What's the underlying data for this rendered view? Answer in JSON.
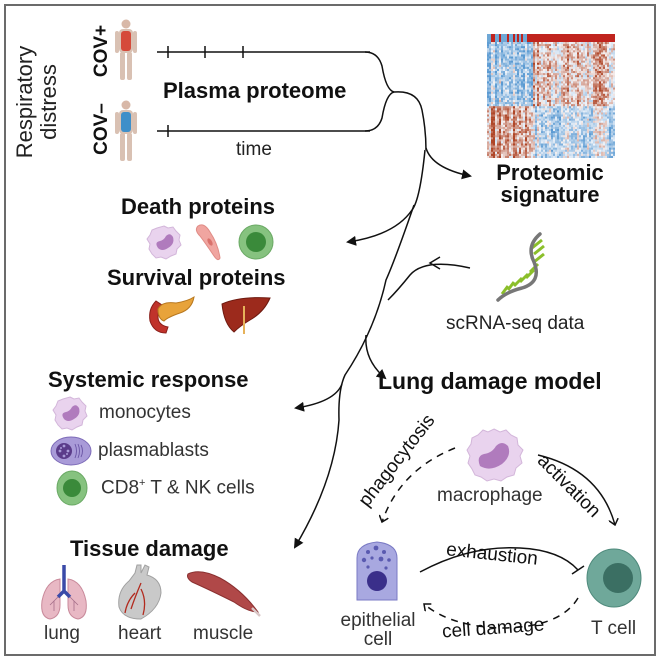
{
  "cohort": {
    "condition": [
      "Respiratory",
      "distress"
    ],
    "positive_label": "COV+",
    "negative_label": "COV–",
    "timeline_label": "time",
    "source_title": "Plasma proteome",
    "positive_color": "#d9534a",
    "negative_color": "#3f8fc9"
  },
  "signature": {
    "title_line1": "Proteomic",
    "title_line2": "signature"
  },
  "scrna": {
    "label": "scRNA-seq data"
  },
  "death": {
    "title": "Death proteins",
    "icons": [
      "monocyte-icon",
      "fibroblast-icon",
      "lymphocyte-icon"
    ]
  },
  "survival": {
    "title": "Survival proteins",
    "icons": [
      "pancreas-icon",
      "liver-icon"
    ]
  },
  "systemic": {
    "title": "Systemic response",
    "items": [
      {
        "label": "monocytes",
        "icon": "monocyte-icon"
      },
      {
        "label": "plasmablasts",
        "icon": "plasmablast-icon"
      },
      {
        "label_main": "CD8",
        "label_sup": "+",
        "label_rest": " T & NK cells",
        "icon": "lymphocyte-icon"
      }
    ]
  },
  "tissue": {
    "title": "Tissue damage",
    "items": [
      {
        "label": "lung",
        "icon": "lung-icon"
      },
      {
        "label": "heart",
        "icon": "heart-icon"
      },
      {
        "label": "muscle",
        "icon": "muscle-icon"
      }
    ]
  },
  "lung_model": {
    "title": "Lung damage model",
    "macrophage": "macrophage",
    "epithelial_line1": "epithelial",
    "epithelial_line2": "cell",
    "tcell": "T cell",
    "edges": {
      "phagocytosis": "phagocytosis",
      "activation": "activation",
      "exhaustion": "exhaustion",
      "cell_damage": "cell damage"
    }
  }
}
